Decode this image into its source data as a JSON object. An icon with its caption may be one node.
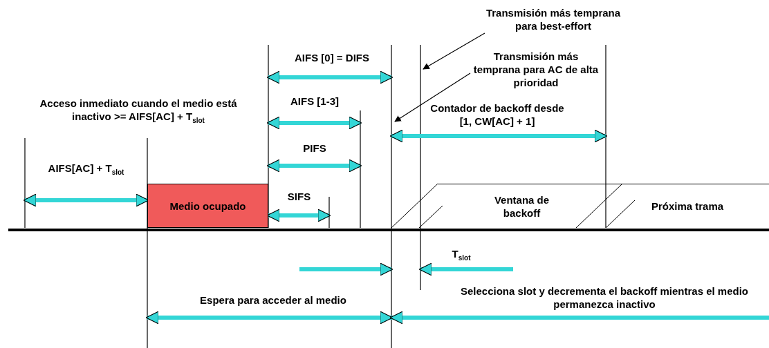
{
  "diagram": {
    "nodes": [
      {
        "text": [
          "Medio ocupado"
        ]
      },
      {
        "text": [
          "Ventana de backoff"
        ]
      },
      {
        "text": [
          "Próxima trama"
        ]
      },
      {
        "text": [
          "Transmisión más temprana para best-effort"
        ]
      },
      {
        "text": [
          "Transmisión más temprana para AC de alta prioridad"
        ]
      }
    ],
    "edges": [
      {
        "from": 3,
        "to": null,
        "arrow": "to"
      },
      {
        "from": 4,
        "to": null,
        "arrow": "to"
      }
    ],
    "labels": [
      "AIFS [0] = DIFS",
      "Acceso inmediato cuando el medio está inactivo >= AIFS[AC] + T$_{slot}$",
      "AIFS [1-3]",
      "Contador de backoff desde [1, CW[AC] + 1]",
      "AIFS[AC] + T$_{slot}$",
      "PIFS",
      "SIFS",
      "T$_{slot}$",
      "Espera para acceder al medio",
      "Selecciona slot y decrementa el backoff mientras el medio permanezca inactivo"
    ]
  }
}
